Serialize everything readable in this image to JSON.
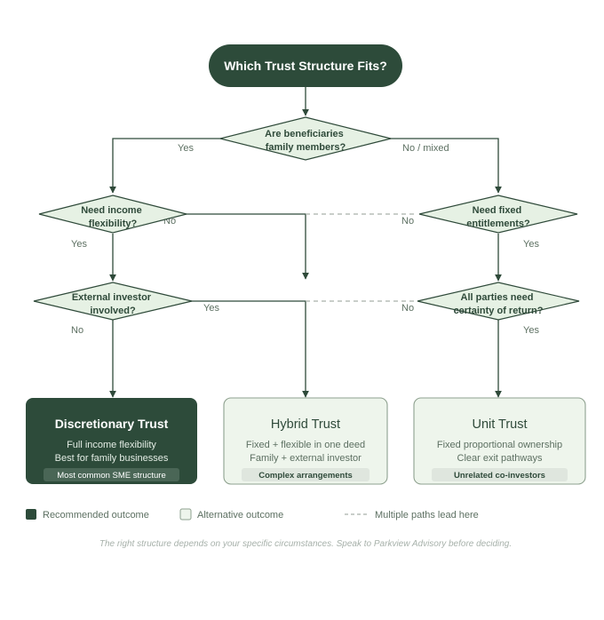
{
  "colors": {
    "dark_green": "#2d4b3a",
    "node_fill": "#e6f1e4",
    "node_stroke": "#2f4a3a",
    "card_light_fill": "#eef5ec",
    "card_light_stroke": "#8ea18f",
    "dashed": "#a9b1ab",
    "label": "#5d7062",
    "footnote": "#a7b1aa"
  },
  "start": {
    "label": "Which Trust Structure Fits?"
  },
  "questions": {
    "q1": {
      "lines": [
        "Are beneficiaries",
        "family members?"
      ]
    },
    "q2": {
      "lines": [
        "Need income",
        "flexibility?"
      ]
    },
    "q3": {
      "lines": [
        "Need fixed",
        "entitlements?"
      ]
    },
    "q4": {
      "lines": [
        "External investor",
        "involved?"
      ]
    },
    "q5": {
      "lines": [
        "All parties need",
        "certainty of return?"
      ]
    }
  },
  "edge_labels": {
    "q1_yes": "Yes",
    "q1_no": "No / mixed",
    "q2_yes": "Yes",
    "q2_no": "No",
    "q3_no": "No",
    "q3_yes": "Yes",
    "q4_yes": "Yes",
    "q4_no": "No",
    "q5_no": "No",
    "q5_yes": "Yes"
  },
  "outcomes": {
    "discretionary": {
      "title": "Discretionary Trust",
      "lines": [
        "Full income flexibility",
        "Best for family businesses"
      ],
      "tag": "Most common SME structure",
      "recommended": true
    },
    "hybrid": {
      "title": "Hybrid Trust",
      "lines": [
        "Fixed + flexible in one deed",
        "Family + external investor"
      ],
      "tag": "Complex arrangements",
      "recommended": false
    },
    "unit": {
      "title": "Unit Trust",
      "lines": [
        "Fixed proportional ownership",
        "Clear exit pathways"
      ],
      "tag": "Unrelated co-investors",
      "recommended": false
    }
  },
  "legend": {
    "recommended": "Recommended outcome",
    "alternative": "Alternative outcome",
    "multiple_paths": "Multiple paths lead here"
  },
  "footnote": "The right structure depends on your specific circumstances. Speak to Parkview Advisory before deciding."
}
